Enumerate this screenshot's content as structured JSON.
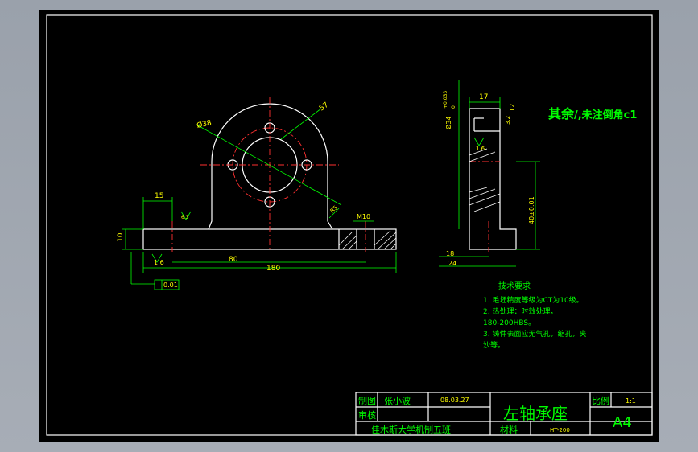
{
  "drawing": {
    "note_other": "其余",
    "note_chamfer": "/,未注倒角c1",
    "tech_title": "技术要求",
    "tech_lines": [
      "1. 毛坯精度等级为CT为10级。",
      "2. 热处理：时效处理，",
      "180-200HBS。",
      "3. 铸件表面应无气孔，缩孔，夹",
      "沙等。"
    ],
    "front_dims": {
      "d15": "15",
      "d10": "10",
      "d80": "80",
      "d180": "180",
      "d57": "57",
      "d38": "Ø38",
      "m10": "M10",
      "r5": "R5",
      "r63": "6.3",
      "r16": "1.6",
      "tol": "0.01"
    },
    "side_dims": {
      "d17": "17",
      "d12": "12",
      "d18": "18",
      "d24": "24",
      "dia": "Ø34",
      "tol1": "+0.033",
      "tol0": "0",
      "h40": "40±0.01",
      "r16": "1.6",
      "r3": "3.2"
    },
    "title_block": {
      "draw_label": "制图",
      "check_label": "审核",
      "drafter": "张小波",
      "date": "08.03.27",
      "part_name": "左轴承座",
      "scale_label": "比例",
      "scale_value": "1:1",
      "sheet_size": "A4",
      "material_label": "材料",
      "material_value": "HT-200",
      "school": "佳木斯大学机制五班"
    }
  }
}
